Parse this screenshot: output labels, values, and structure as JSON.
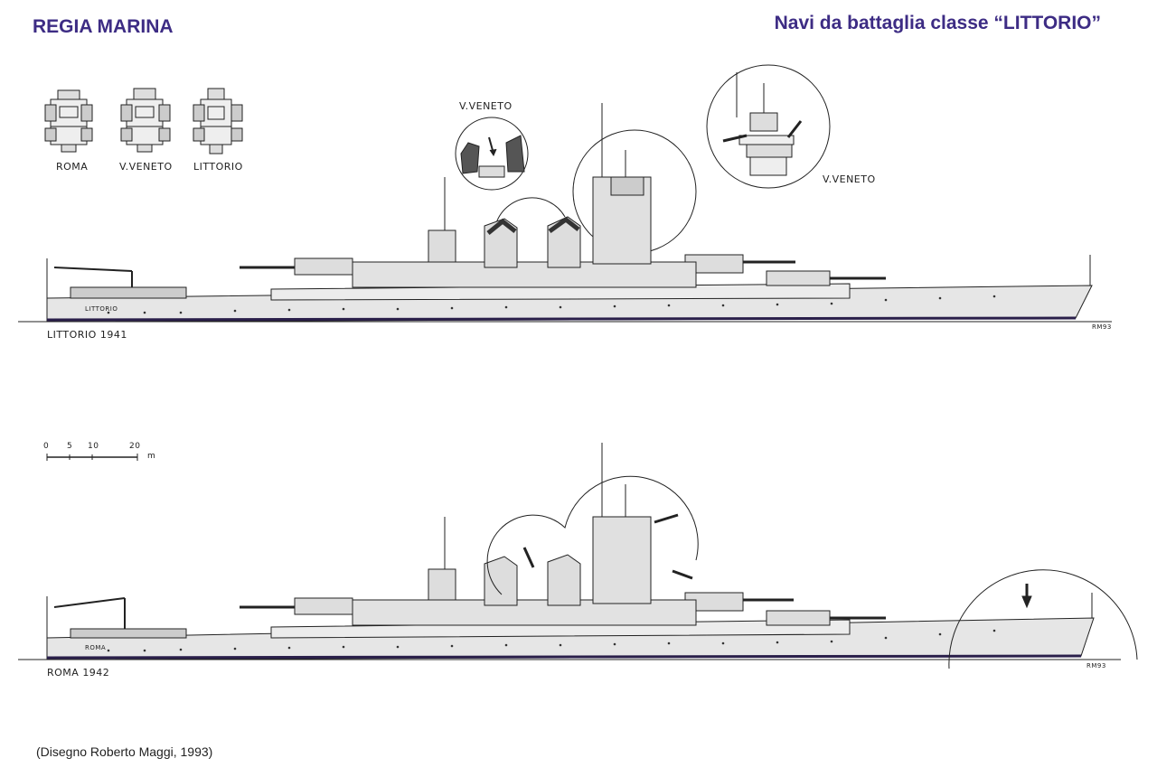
{
  "header": {
    "left_title": "REGIA MARINA",
    "right_title": "Navi da battaglia classe “LITTORIO”"
  },
  "bridge_variants": {
    "labels": [
      "ROMA",
      "V.VENETO",
      "LITTORIO"
    ]
  },
  "callouts": {
    "veneto_funnel_label": "V.VENETO",
    "veneto_bridge_label": "V.VENETO"
  },
  "ships": [
    {
      "caption": "LITTORIO 1941",
      "hull_name": "LITTORIO",
      "signature": "RM93"
    },
    {
      "caption": "ROMA 1942",
      "hull_name": "ROMA",
      "signature": "RM93"
    }
  ],
  "scale": {
    "ticks": [
      "0",
      "5",
      "10",
      "20"
    ],
    "unit": "m"
  },
  "credit": "(Disegno Roberto Maggi, 1993)",
  "colors": {
    "title": "#3d2c84",
    "ink": "#222222",
    "hull": "#e6e6e6",
    "waterline": "#2a1f4a"
  }
}
